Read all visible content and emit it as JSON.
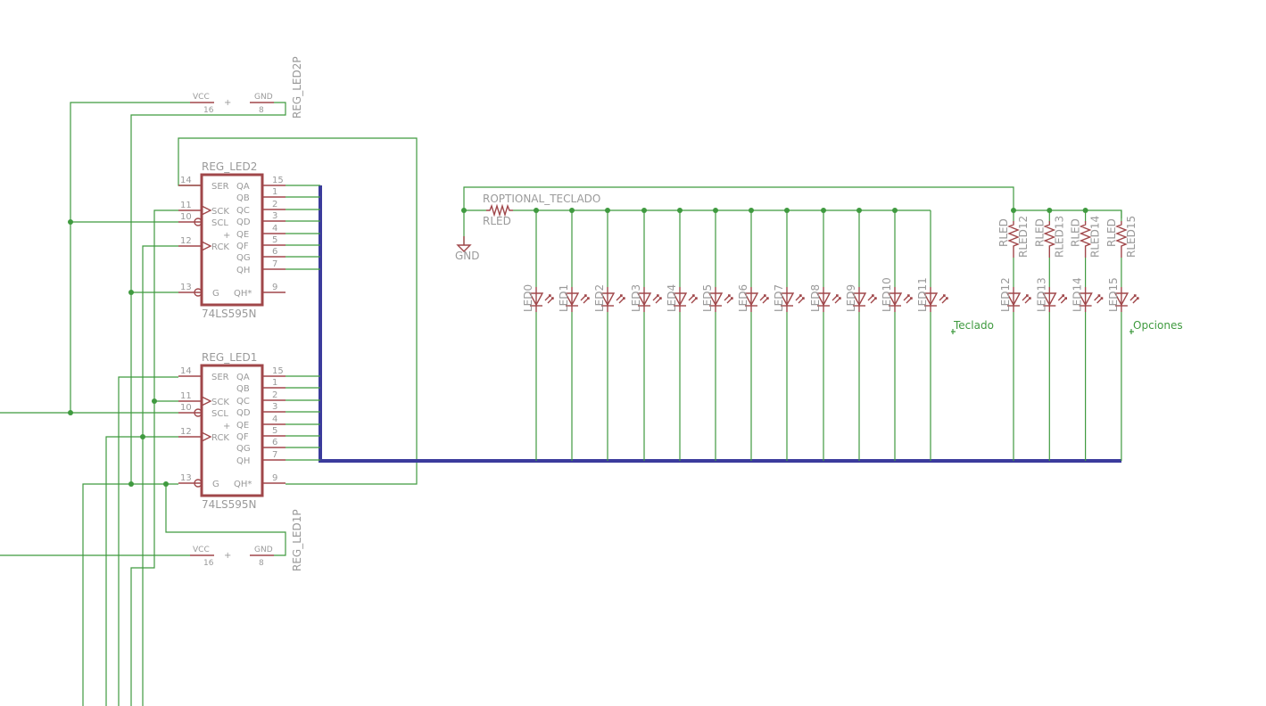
{
  "colors": {
    "wire": "#3f9a3f",
    "symbol": "#a0474a",
    "bus": "#3b3b9c",
    "label": "#9a9a9a"
  },
  "chips": [
    {
      "name": "REG_LED2",
      "value": "74LS595N",
      "left_pins": [
        {
          "num": "14",
          "label": "SER"
        },
        {
          "num": "11",
          "label": "SCK"
        },
        {
          "num": "10",
          "label": "SCL"
        },
        {
          "num": "12",
          "label": "RCK"
        },
        {
          "num": "13",
          "label": "G"
        }
      ],
      "right_pins": [
        {
          "num": "15",
          "label": "QA"
        },
        {
          "num": "1",
          "label": "QB"
        },
        {
          "num": "2",
          "label": "QC"
        },
        {
          "num": "3",
          "label": "QD"
        },
        {
          "num": "4",
          "label": "QE"
        },
        {
          "num": "5",
          "label": "QF"
        },
        {
          "num": "6",
          "label": "QG"
        },
        {
          "num": "7",
          "label": "QH"
        },
        {
          "num": "9",
          "label": "QH*"
        }
      ]
    },
    {
      "name": "REG_LED1",
      "value": "74LS595N",
      "left_pins": [
        {
          "num": "14",
          "label": "SER"
        },
        {
          "num": "11",
          "label": "SCK"
        },
        {
          "num": "10",
          "label": "SCL"
        },
        {
          "num": "12",
          "label": "RCK"
        },
        {
          "num": "13",
          "label": "G"
        }
      ],
      "right_pins": [
        {
          "num": "15",
          "label": "QA"
        },
        {
          "num": "1",
          "label": "QB"
        },
        {
          "num": "2",
          "label": "QC"
        },
        {
          "num": "3",
          "label": "QD"
        },
        {
          "num": "4",
          "label": "QE"
        },
        {
          "num": "5",
          "label": "QF"
        },
        {
          "num": "6",
          "label": "QG"
        },
        {
          "num": "7",
          "label": "QH"
        },
        {
          "num": "9",
          "label": "QH*"
        }
      ]
    }
  ],
  "power": [
    {
      "name": "REG_LED2P",
      "vcc": "VCC",
      "vcc_pin": "16",
      "gnd": "GND",
      "gnd_pin": "8"
    },
    {
      "name": "REG_LED1P",
      "vcc": "VCC",
      "vcc_pin": "16",
      "gnd": "GND",
      "gnd_pin": "8"
    }
  ],
  "resistor_main": {
    "name": "ROPTIONAL_TECLADO",
    "value": "RLED"
  },
  "gnd_label": "GND",
  "leds_row": [
    "LED0",
    "LED1",
    "LED2",
    "LED3",
    "LED4",
    "LED5",
    "LED6",
    "LED7",
    "LED8",
    "LED9",
    "LED10",
    "LED11"
  ],
  "leds_right": [
    {
      "led": "LED12",
      "res": "RLED12",
      "value": "RLED"
    },
    {
      "led": "LED13",
      "res": "RLED13",
      "value": "RLED"
    },
    {
      "led": "LED14",
      "res": "RLED14",
      "value": "RLED"
    },
    {
      "led": "LED15",
      "res": "RLED15",
      "value": "RLED"
    }
  ],
  "net_labels": {
    "teclado": "Teclado",
    "opciones": "Opciones"
  }
}
